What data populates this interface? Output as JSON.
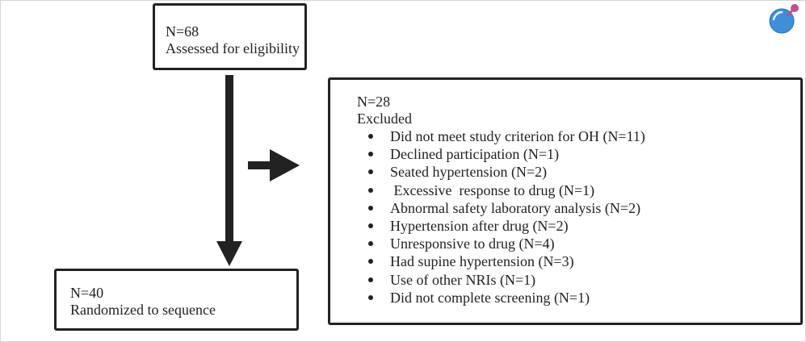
{
  "boxes": {
    "assessed": {
      "count": "N=68",
      "label": "Assessed for eligibility"
    },
    "excluded": {
      "count": "N=28",
      "label": "Excluded",
      "reasons": [
        "Did not meet study criterion for OH (N=11)",
        "Declined participation (N=1)",
        "Seated hypertension (N=2)",
        " Excessive  response to drug (N=1)",
        "Abnormal safety laboratory analysis (N=2)",
        "Hypertension after drug (N=2)",
        "Unresponsive to drug (N=4)",
        "Had supine hypertension (N=3)",
        "Use of other NRIs (N=1)",
        "Did not complete screening (N=1)"
      ]
    },
    "randomized": {
      "count": "N=40",
      "label": "Randomized to sequence"
    }
  },
  "colors": {
    "ink": "#222222",
    "logo_blue": "#3f8fd8",
    "logo_pink": "#c0508f"
  },
  "icons": {
    "logo": "publisher-logo-icon"
  }
}
